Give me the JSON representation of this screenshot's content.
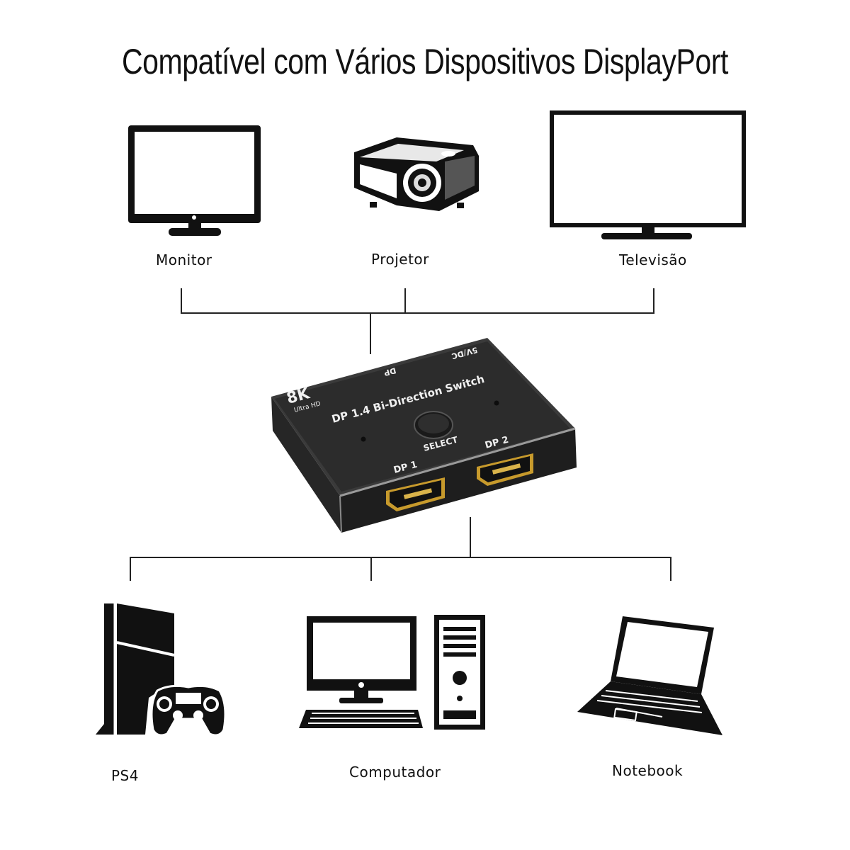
{
  "title": "Compatível com Vários Dispositivos DisplayPort",
  "outputs": [
    {
      "label": "Monitor",
      "icon": "monitor-icon"
    },
    {
      "label": "Projetor",
      "icon": "projector-icon"
    },
    {
      "label": "Televisão",
      "icon": "television-icon"
    }
  ],
  "inputs": [
    {
      "label": "PS4",
      "icon": "ps4-console-icon"
    },
    {
      "label": "Computador",
      "icon": "desktop-computer-icon"
    },
    {
      "label": "Notebook",
      "icon": "laptop-icon"
    }
  ],
  "device": {
    "badge": "8K",
    "badge_sub": "Ultra HD",
    "name": "DP 1.4 Bi-Direction Switch",
    "top_port_dp": "DP",
    "top_port_power": "5V/DC",
    "button_label": "SELECT",
    "port1": "DP 1",
    "port2": "DP 2"
  }
}
